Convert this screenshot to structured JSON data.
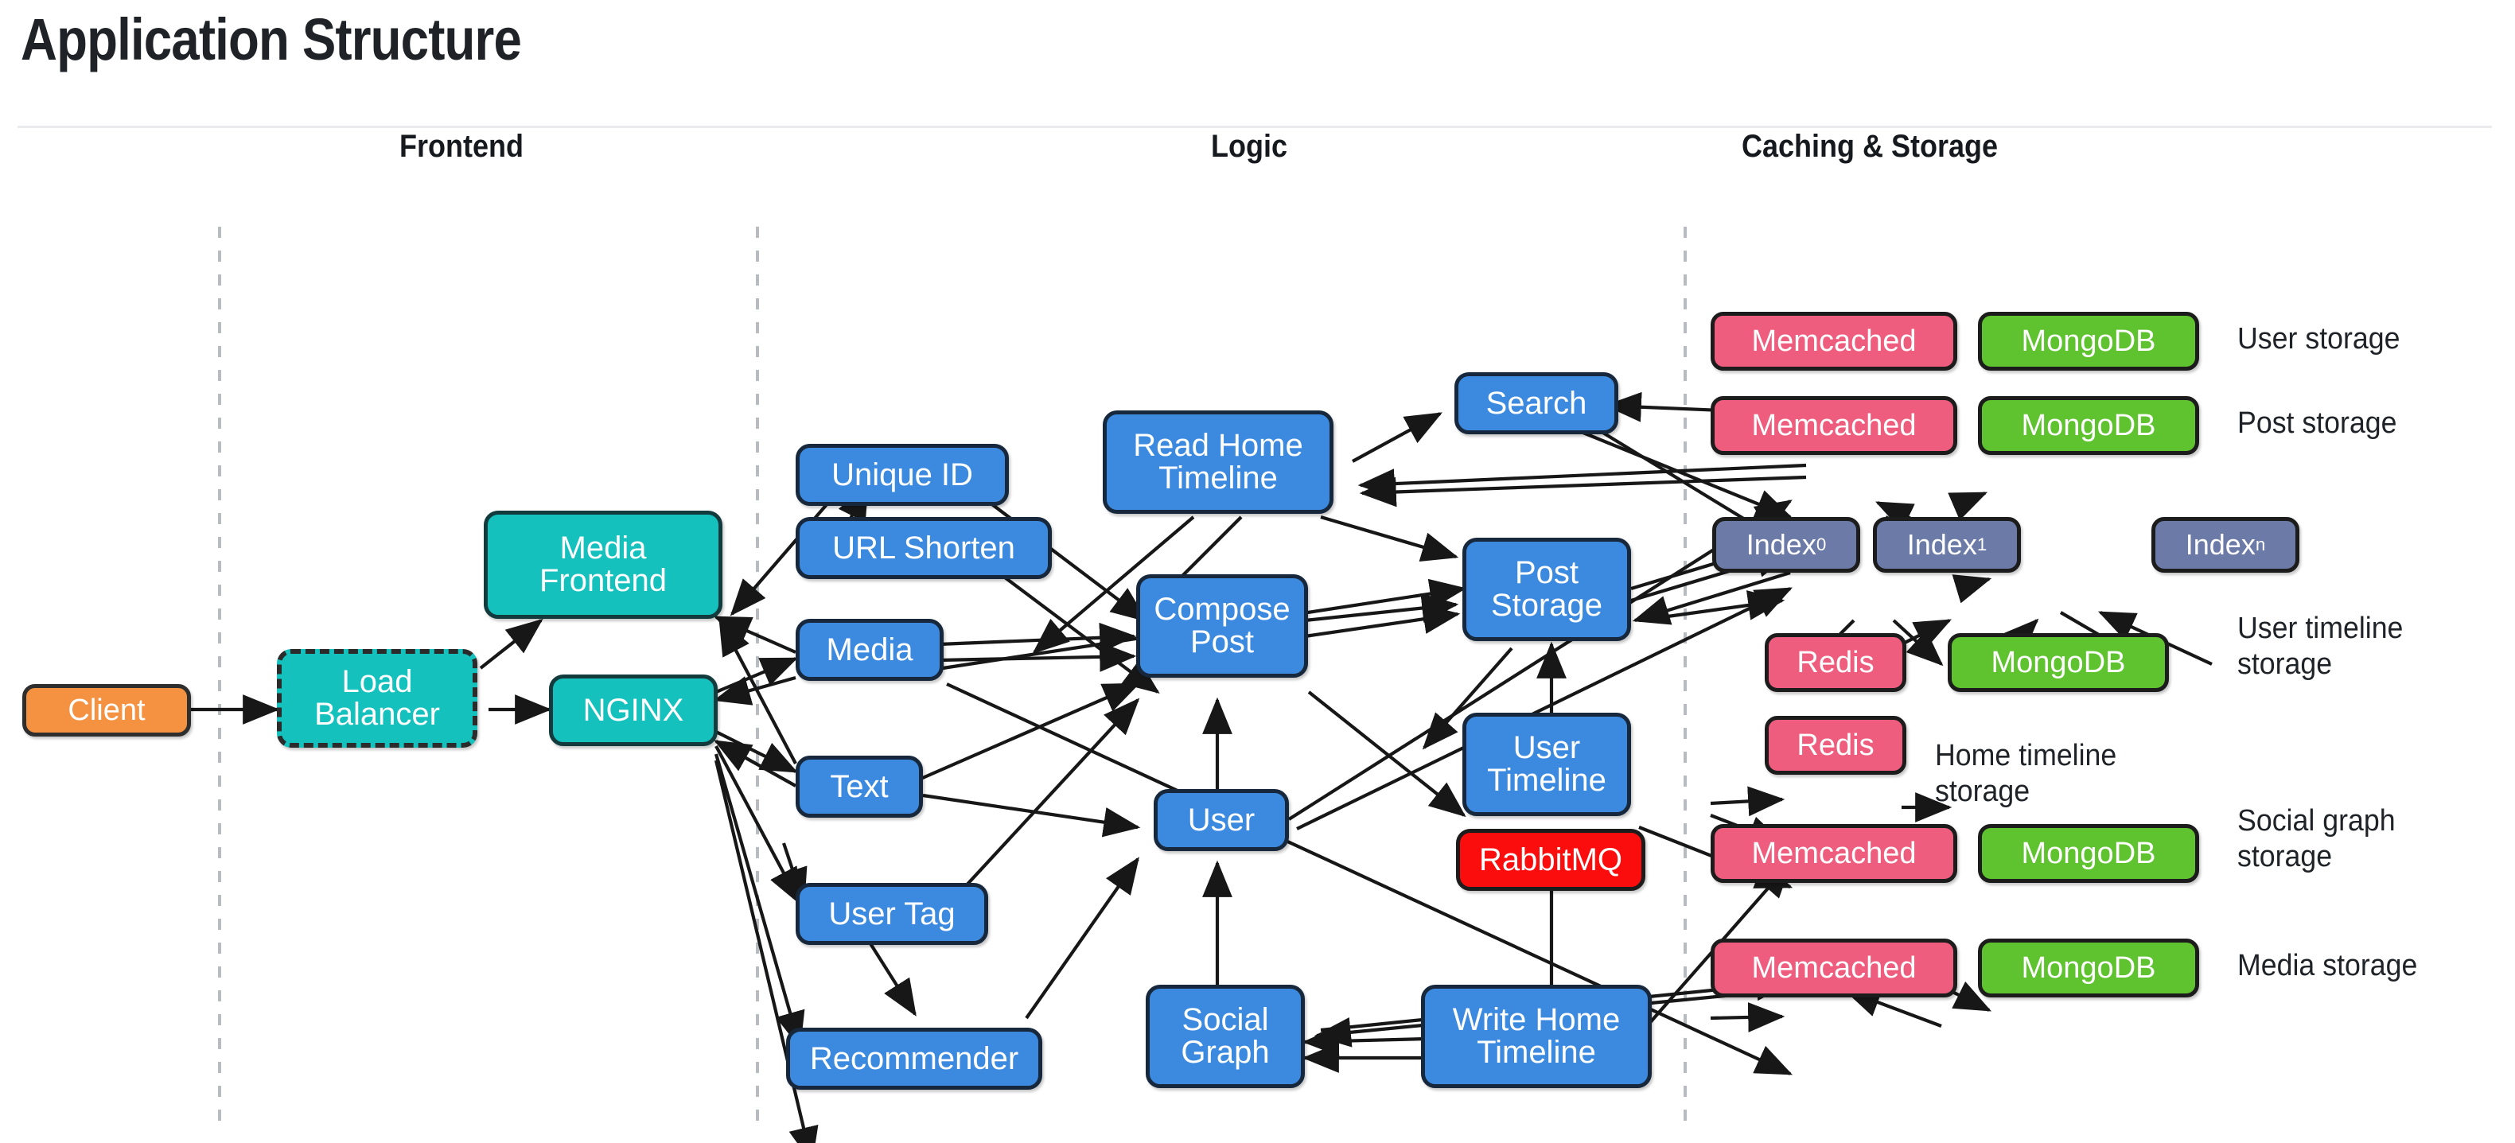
{
  "page": {
    "title": "Application Structure"
  },
  "diagram": {
    "type": "architecture-diagram",
    "columns": [
      {
        "id": "frontend",
        "label": "Frontend"
      },
      {
        "id": "logic",
        "label": "Logic"
      },
      {
        "id": "caching_storage",
        "label": "Caching & Storage"
      }
    ],
    "colors": {
      "client": "#f59242",
      "frontend_service": "#14c1bd",
      "logic_service": "#3c8ae0",
      "message_queue": "#fb0d0d",
      "cache": "#ef5d7e",
      "database": "#5fc22f",
      "index": "#6b7aa6",
      "border": "#17283c",
      "divider": "#b9bcc0",
      "text_on_node": "#ffffff",
      "label_text": "#1f2328"
    },
    "nodes": {
      "client": "Client",
      "load_balancer": "Load\nBalancer",
      "media_frontend": "Media\nFrontend",
      "nginx": "NGINX",
      "unique_id": "Unique ID",
      "url_shorten": "URL Shorten",
      "media": "Media",
      "text": "Text",
      "user_tag": "User Tag",
      "recommender": "Recommender",
      "read_home_timeline": "Read Home\nTimeline",
      "search": "Search",
      "compose_post": "Compose\nPost",
      "post_storage": "Post\nStorage",
      "user_timeline": "User\nTimeline",
      "user": "User",
      "rabbitmq": "RabbitMQ",
      "social_graph": "Social\nGraph",
      "write_home_timeline": "Write Home\nTimeline",
      "memcached_user": "Memcached",
      "mongodb_user": "MongoDB",
      "memcached_post": "Memcached",
      "mongodb_post": "MongoDB",
      "index_0": "Index",
      "index_0_sub": "0",
      "index_1": "Index",
      "index_1_sub": "1",
      "index_n": "Index",
      "index_n_sub": "n",
      "redis_user_timeline": "Redis",
      "mongodb_user_timeline": "MongoDB",
      "redis_home_timeline": "Redis",
      "memcached_social": "Memcached",
      "mongodb_social": "MongoDB",
      "memcached_media": "Memcached",
      "mongodb_media": "MongoDB"
    },
    "storage_labels": {
      "user_storage": "User storage",
      "post_storage": "Post storage",
      "user_timeline_storage": "User timeline\nstorage",
      "home_timeline_storage": "Home timeline\nstorage",
      "social_graph_storage": "Social graph\nstorage",
      "media_storage": "Media storage"
    }
  }
}
